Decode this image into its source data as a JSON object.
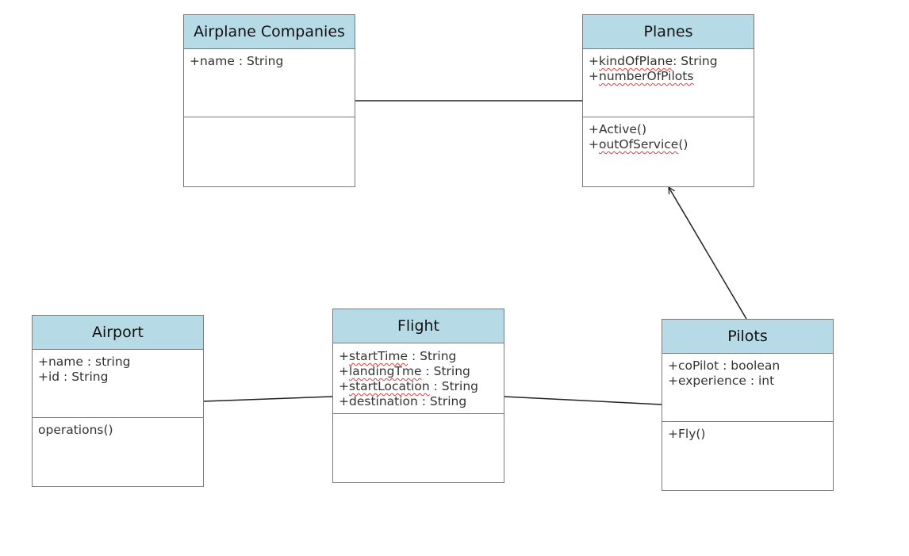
{
  "classes": {
    "airplane_companies": {
      "name": "Airplane Companies",
      "attributes": [
        "+name : String"
      ],
      "operations": []
    },
    "planes": {
      "name": "Planes",
      "attributes": [
        "+kindOfPlane: String",
        "+numberOfPilots"
      ],
      "operations": [
        "+Active()",
        "+outOfService()"
      ]
    },
    "airport": {
      "name": "Airport",
      "attributes": [
        "+name : string",
        "+id : String"
      ],
      "operations": [
        "operations()"
      ]
    },
    "flight": {
      "name": "Flight",
      "attributes": [
        "+startTime : String",
        "+landingTme : String",
        "+startLocation : String",
        "+destination : String"
      ],
      "operations": []
    },
    "pilots": {
      "name": "Pilots",
      "attributes": [
        "+coPilot : boolean",
        "+experience : int"
      ],
      "operations": [
        "+Fly()"
      ]
    }
  },
  "relationships": [
    {
      "from": "Airplane Companies",
      "to": "Planes",
      "type": "association"
    },
    {
      "from": "Pilots",
      "to": "Planes",
      "type": "directed-association"
    },
    {
      "from": "Airport",
      "to": "Flight",
      "type": "association"
    },
    {
      "from": "Flight",
      "to": "Pilots",
      "type": "association"
    }
  ],
  "colors": {
    "header_fill": "#b6dbe6",
    "border": "#7a7a7a",
    "connector": "#222222",
    "spellcheck_underline": "#e23b3b"
  }
}
